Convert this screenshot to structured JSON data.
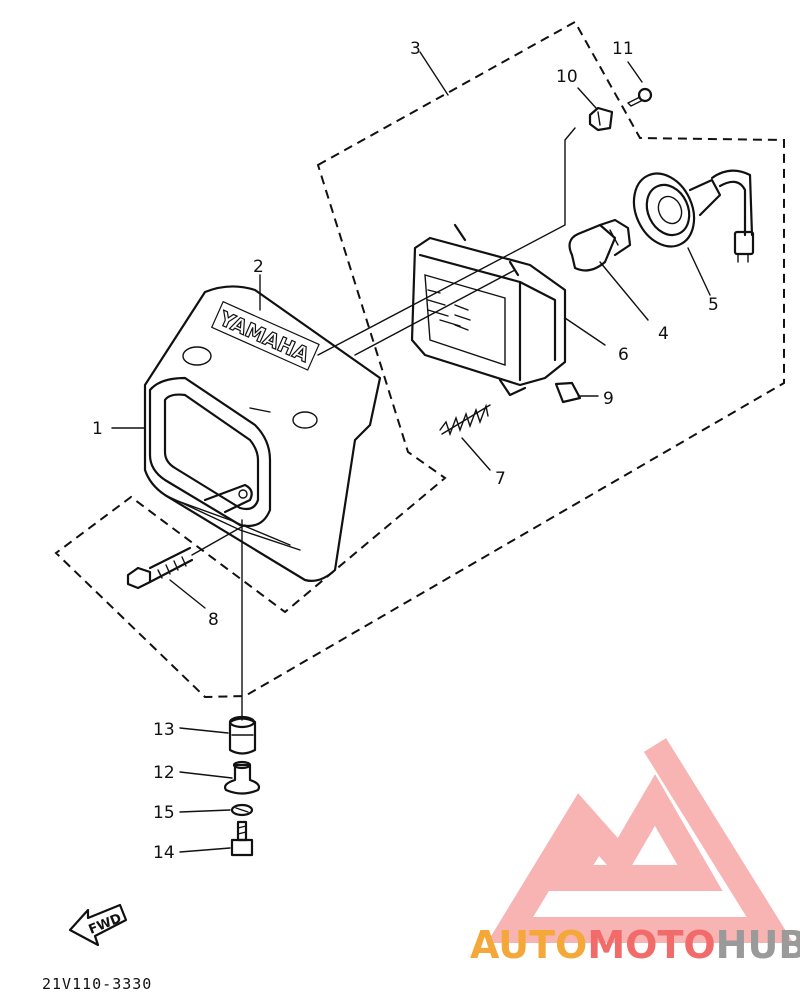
{
  "diagram": {
    "part_code": "21V110-3330",
    "fwd_label": "FWD",
    "emblem_text": "YAMAHA",
    "callouts": [
      {
        "id": "1",
        "text": "1"
      },
      {
        "id": "2",
        "text": "2"
      },
      {
        "id": "3",
        "text": "3"
      },
      {
        "id": "4",
        "text": "4"
      },
      {
        "id": "5",
        "text": "5"
      },
      {
        "id": "6",
        "text": "6"
      },
      {
        "id": "7",
        "text": "7"
      },
      {
        "id": "8",
        "text": "8"
      },
      {
        "id": "9",
        "text": "9"
      },
      {
        "id": "10",
        "text": "10"
      },
      {
        "id": "11",
        "text": "11"
      },
      {
        "id": "12",
        "text": "12"
      },
      {
        "id": "13",
        "text": "13"
      },
      {
        "id": "14",
        "text": "14"
      },
      {
        "id": "15",
        "text": "15"
      }
    ]
  },
  "watermark": {
    "part1": "AUTO",
    "part2": "MOTO",
    "part3": "HUB",
    "color1": "#f4a83a",
    "color2": "#f26b6b",
    "color3": "#9a9a9a",
    "logo_color": "#f59a9a"
  }
}
